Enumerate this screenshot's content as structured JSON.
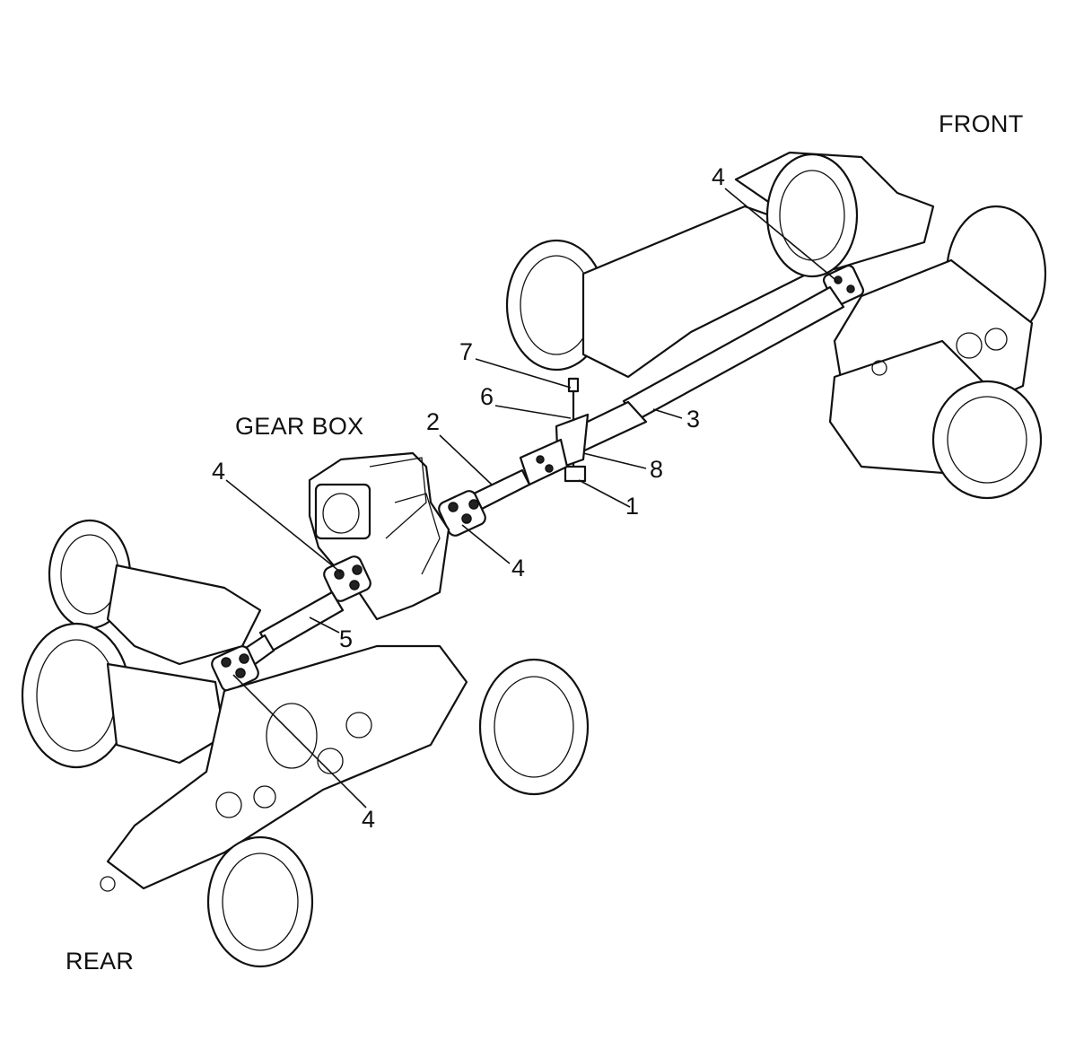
{
  "labels": {
    "front": "FRONT",
    "rear": "REAR",
    "gear_box": "GEAR BOX"
  },
  "callouts": {
    "c1": "1",
    "c2": "2",
    "c3": "3",
    "c4_front": "4",
    "c4_gearbox_top": "4",
    "c4_gearbox_right": "4",
    "c4_rear": "4",
    "c5": "5",
    "c6": "6",
    "c7": "7",
    "c8": "8"
  }
}
